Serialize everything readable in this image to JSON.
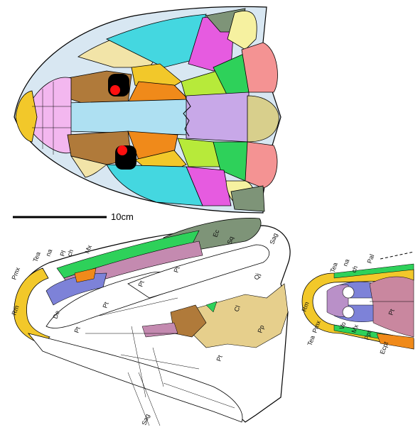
{
  "scale_bar": {
    "label": "10cm"
  },
  "palatal_labels": [
    "Tea",
    "na",
    "Pl",
    "ch",
    "Mx",
    "Pmx",
    "Rm",
    "De",
    "Pt",
    "Pt",
    "Pt",
    "Ec",
    "Sq",
    "Qj",
    "Pp",
    "Sag",
    "Cl",
    "Pt",
    "Pt",
    "Sag"
  ],
  "anterior_labels": [
    "Tea",
    "na",
    "ch",
    "Pal",
    "Rm",
    "Pmx",
    "Tea",
    "Vo",
    "Mx",
    "Ecpt",
    "Ppt",
    "Pt"
  ],
  "colors": {
    "skull_outline": "#000000",
    "nostril_black": "#000000",
    "nostril_red": "#ff0000",
    "olive_pelvis": "#6b8e5a",
    "pink_red": "#f08a8a"
  }
}
